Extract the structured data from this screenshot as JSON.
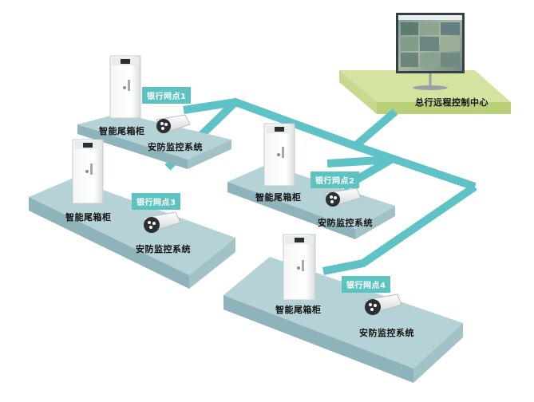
{
  "control_center": {
    "label": "总行远程控制中心"
  },
  "branches": [
    {
      "tag": "银行网点1",
      "safe_label": "智能尾箱柜",
      "camera_label": "安防监控系统"
    },
    {
      "tag": "银行网点2",
      "safe_label": "智能尾箱柜",
      "camera_label": "安防监控系统"
    },
    {
      "tag": "银行网点3",
      "safe_label": "智能尾箱柜",
      "camera_label": "安防监控系统"
    },
    {
      "tag": "银行网点4",
      "safe_label": "智能尾箱柜",
      "camera_label": "安防监控系统"
    }
  ],
  "colors": {
    "platform": "#b5d2d7",
    "control_platform": "#cde08c",
    "network_line": "#5ec2c6",
    "tag_bg": "#5cc3c0"
  }
}
